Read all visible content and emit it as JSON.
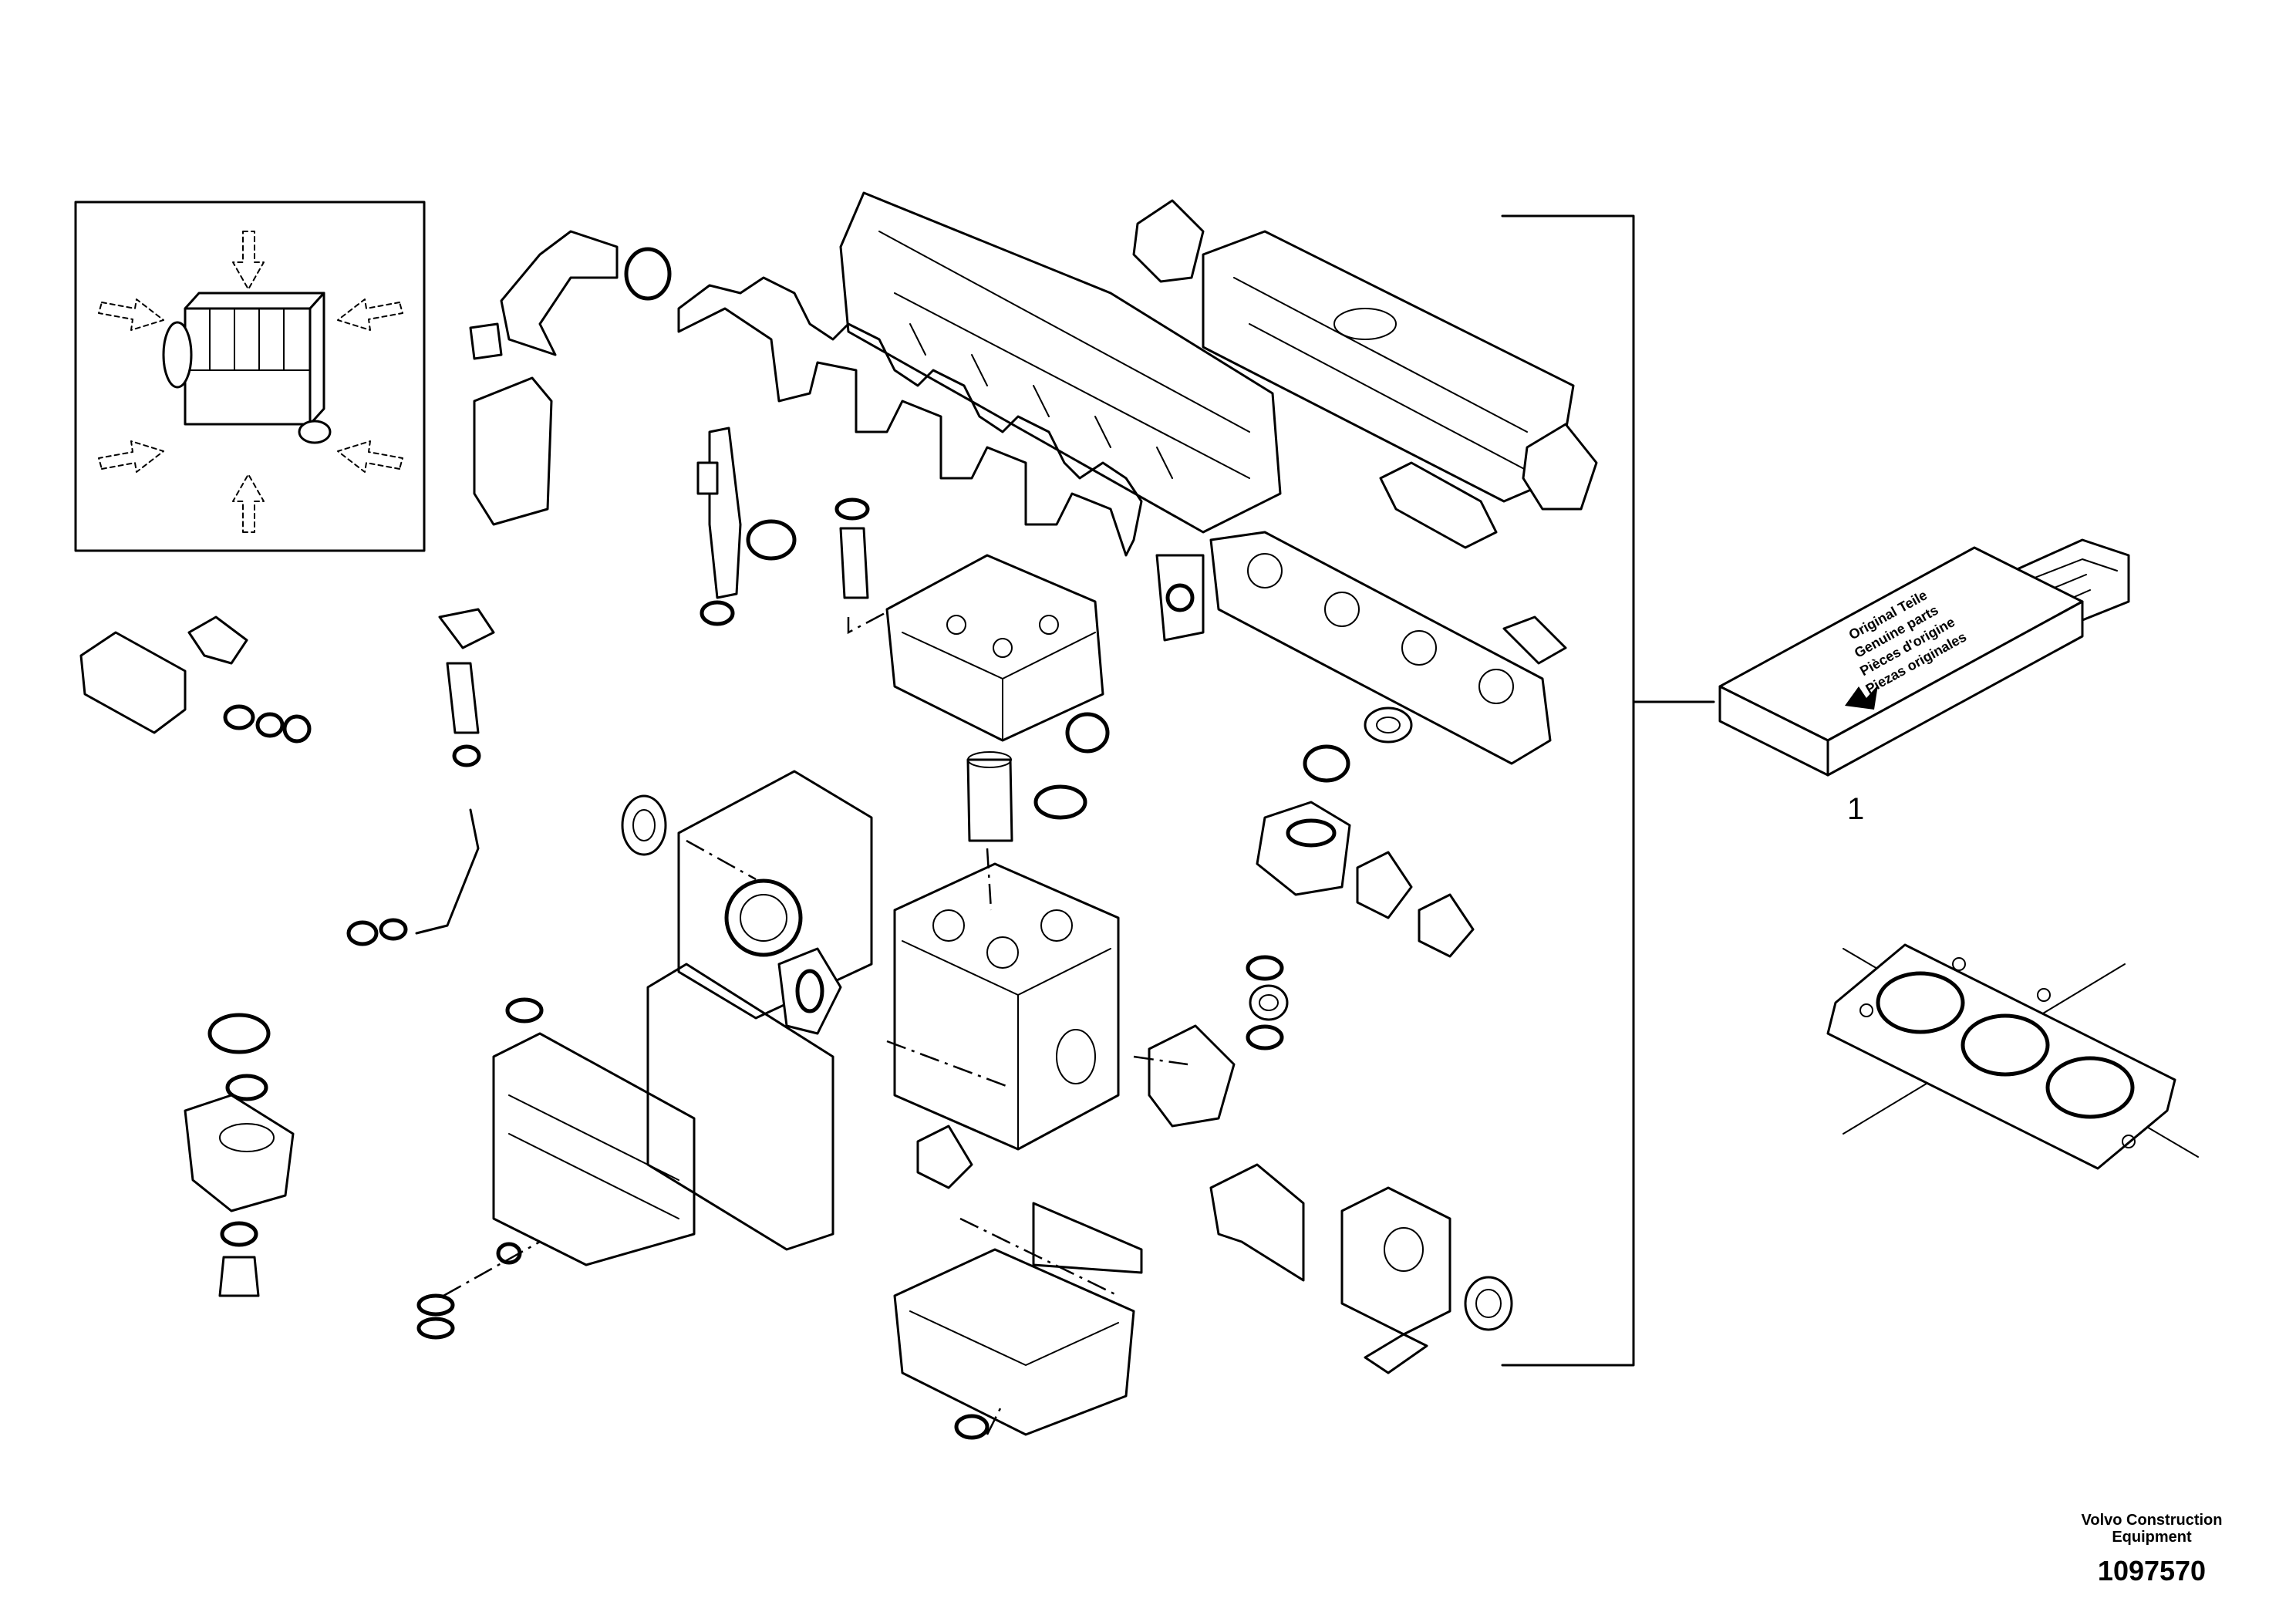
{
  "diagram": {
    "callout": "1",
    "kit_box_text": [
      "Original Teile",
      "Genuine parts",
      "Pièces d'origine",
      "Piezas originales"
    ]
  },
  "footer": {
    "company_line1": "Volvo Construction",
    "company_line2": "Equipment",
    "drawing_number": "1097570"
  }
}
